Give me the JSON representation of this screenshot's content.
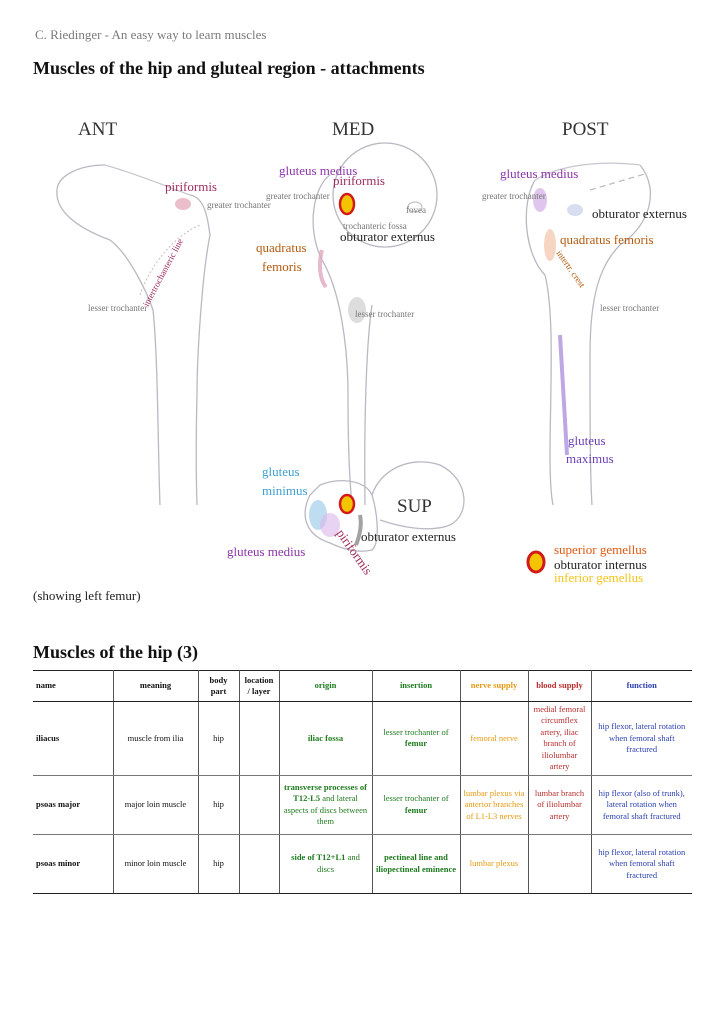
{
  "header": {
    "credit": "C. Riedinger - An easy way to learn muscles"
  },
  "section1": {
    "title": "Muscles of the hip and gluteal region - attachments"
  },
  "figure": {
    "views": {
      "ant": "ANT",
      "med": "MED",
      "post": "POST",
      "sup": "SUP"
    },
    "labels": {
      "piriformis_ant": "piriformis",
      "greater_trochanter": "greater trochanter",
      "intertrochanteric_line": "intertrochanteric line",
      "lesser_trochanter": "lesser trochanter",
      "gluteus_medius": "gluteus medius",
      "piriformis": "piriformis",
      "fovea": "fovea",
      "trochanteric_fossa": "trochanteric fossa",
      "obturator_externus": "obturator externus",
      "quadratus_femoris_line1": "quadratus",
      "quadratus_femoris_line2": "femoris",
      "quadratus_femoris": "quadratus femoris",
      "intertrochanteric_crest": "intertr. crest",
      "gluteus_maximus_line1": "gluteus",
      "gluteus_maximus_line2": "maximus",
      "gluteus_minimus_line1": "gluteus",
      "gluteus_minimus_line2": "minimus",
      "superior_gemellus": "superior gemellus",
      "obturator_internus": "obturator internus",
      "inferior_gemellus": "inferior gemellus"
    },
    "colors": {
      "piriformis": "#9c2c5e",
      "gluteus_medius": "#8a35a8",
      "quadratus_femoris": "#b45a0e",
      "obturator_externus": "#222222",
      "gluteus_maximus": "#6b3fb5",
      "gluteus_minimus": "#3d9fd0",
      "superior_gemellus": "#e05a10",
      "inferior_gemellus": "#f2c418",
      "bone_label": "#777777"
    }
  },
  "caption": "(showing left femur)",
  "section2": {
    "title": "Muscles of the hip (3)"
  },
  "table": {
    "headers": [
      "name",
      "meaning",
      "body part",
      "location / layer",
      "origin",
      "insertion",
      "nerve supply",
      "blood supply",
      "function"
    ],
    "rows": [
      {
        "name": "iliacus",
        "meaning": "muscle from ilia",
        "body_part": "hip",
        "location": "",
        "origin": "iliac fossa",
        "insertion_a": "lesser trochanter of",
        "insertion_b": "femur",
        "nerve": "femoral nerve",
        "blood": "medial femoral circumflex artery, iliac branch of iliolumbar artery",
        "function": "hip flexor, lateral rotation when femoral shaft fractured"
      },
      {
        "name": "psoas major",
        "meaning": "major loin muscle",
        "body_part": "hip",
        "location": "",
        "origin_a": "transverse processes of",
        "origin_b": "T12-L5",
        "origin_c": "and lateral aspects of discs between them",
        "insertion_a": "lesser trochanter of",
        "insertion_b": "femur",
        "nerve": "lumbar plexus via anterior branches of L1-L3 nerves",
        "blood": "lumbar branch of iliolumbar artery",
        "function": "hip flexor (also of trunk), lateral rotation when femoral shaft fractured"
      },
      {
        "name": "psoas minor",
        "meaning": "minor loin muscle",
        "body_part": "hip",
        "location": "",
        "origin_a": "side of T12+L1",
        "origin_b": "and discs",
        "insertion": "pectineal line and iliopectineal eminence",
        "nerve": "lumbar plexus",
        "blood": "",
        "function": "hip flexor, lateral rotation when femoral shaft fractured"
      }
    ]
  }
}
